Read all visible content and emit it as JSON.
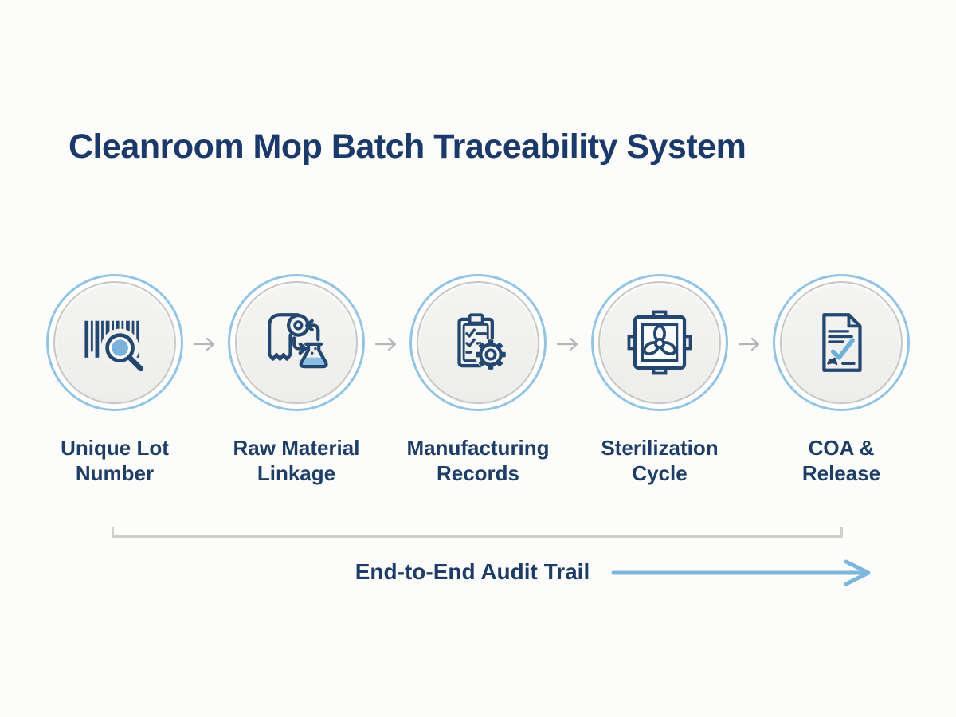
{
  "title": "Cleanroom Mop Batch Traceability System",
  "steps": [
    {
      "name": "unique-lot-number",
      "line1": "Unique Lot",
      "line2": "Number",
      "icon": "barcode-search-icon"
    },
    {
      "name": "raw-material-linkage",
      "line1": "Raw Material",
      "line2": "Linkage",
      "icon": "material-roll-flask-icon"
    },
    {
      "name": "manufacturing-records",
      "line1": "Manufacturing",
      "line2": "Records",
      "icon": "clipboard-checklist-gear-icon"
    },
    {
      "name": "sterilization-cycle",
      "line1": "Sterilization",
      "line2": "Cycle",
      "icon": "sterilizer-fan-icon"
    },
    {
      "name": "coa-release",
      "line1": "COA &",
      "line2": "Release",
      "icon": "coa-document-signature-icon"
    }
  ],
  "footer": {
    "audit_label": "End-to-End Audit Trail"
  },
  "colors": {
    "title_navy": "#1c3a69",
    "label_navy": "#1f3e66",
    "icon_stroke_navy": "#24476f",
    "accent_light_blue": "#7db6db",
    "lens_blue": "#7cb1d8",
    "ring_blue": "#93c4e3",
    "ring_gray": "#c7c7c5",
    "circle_fill": "#f1f1ef",
    "connector_gray": "#b5b5b5",
    "bracket_gray": "#cfcfcd",
    "background": "#fcfcfb"
  }
}
